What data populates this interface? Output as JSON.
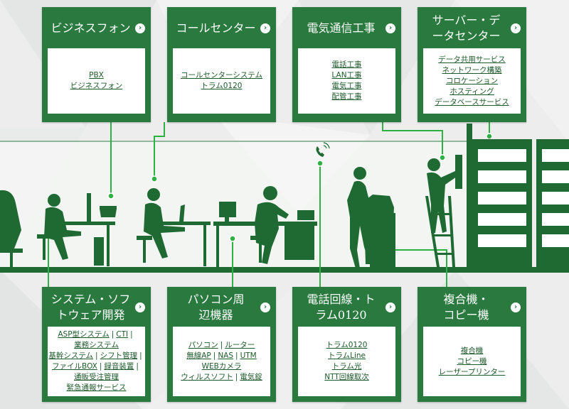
{
  "colors": {
    "brand": "#2a7a3f",
    "link": "#1f5a2c",
    "silhouette": "#1e6a32",
    "background": "#eceeed"
  },
  "icons": {
    "arrow": "chevron-right-icon",
    "phone": "phone-ringing-icon"
  },
  "top_cards": [
    {
      "title": "ビジネスフォン",
      "links": [
        [
          "PBX"
        ],
        [
          "ビジネスフォン"
        ]
      ]
    },
    {
      "title": "コールセンター",
      "links": [
        [
          "コールセンターシステム"
        ],
        [
          "トラム0120"
        ]
      ]
    },
    {
      "title": "電気通信工事",
      "links": [
        [
          "電話工事"
        ],
        [
          "LAN工事"
        ],
        [
          "電気工事"
        ],
        [
          "配管工事"
        ]
      ]
    },
    {
      "title": "サーバー・データセンター",
      "links": [
        [
          "データ共用サービス"
        ],
        [
          "ネットワーク構築"
        ],
        [
          "コロケーション"
        ],
        [
          "ホスティング"
        ],
        [
          "データベースサービス"
        ]
      ]
    }
  ],
  "bottom_cards": [
    {
      "title": "システム・ソフトウェア開発",
      "links": [
        [
          "ASP型システム",
          "CTI"
        ],
        [
          "業務システム"
        ],
        [
          "基幹システム",
          "シフト管理"
        ],
        [
          "ファイルBOX",
          "録音装置"
        ],
        [
          "通販受注管理"
        ],
        [
          "緊急通報サービス"
        ]
      ]
    },
    {
      "title": "パソコン周辺機器",
      "links": [
        [
          "パソコン",
          "ルーター"
        ],
        [
          "無線AP",
          "NAS",
          "UTM"
        ],
        [
          "WEBカメラ"
        ],
        [
          "ウィルスソフト",
          "電気錠"
        ]
      ]
    },
    {
      "title": "電話回線・トラム0120",
      "links": [
        [
          "トラム0120"
        ],
        [
          "トラムLine"
        ],
        [
          "トラム光"
        ],
        [
          "NTT回線取次"
        ]
      ]
    },
    {
      "title": "複合機・コピー機",
      "links": [
        [
          "複合機"
        ],
        [
          "コピー機"
        ],
        [
          "レーザープリンター"
        ]
      ]
    }
  ]
}
